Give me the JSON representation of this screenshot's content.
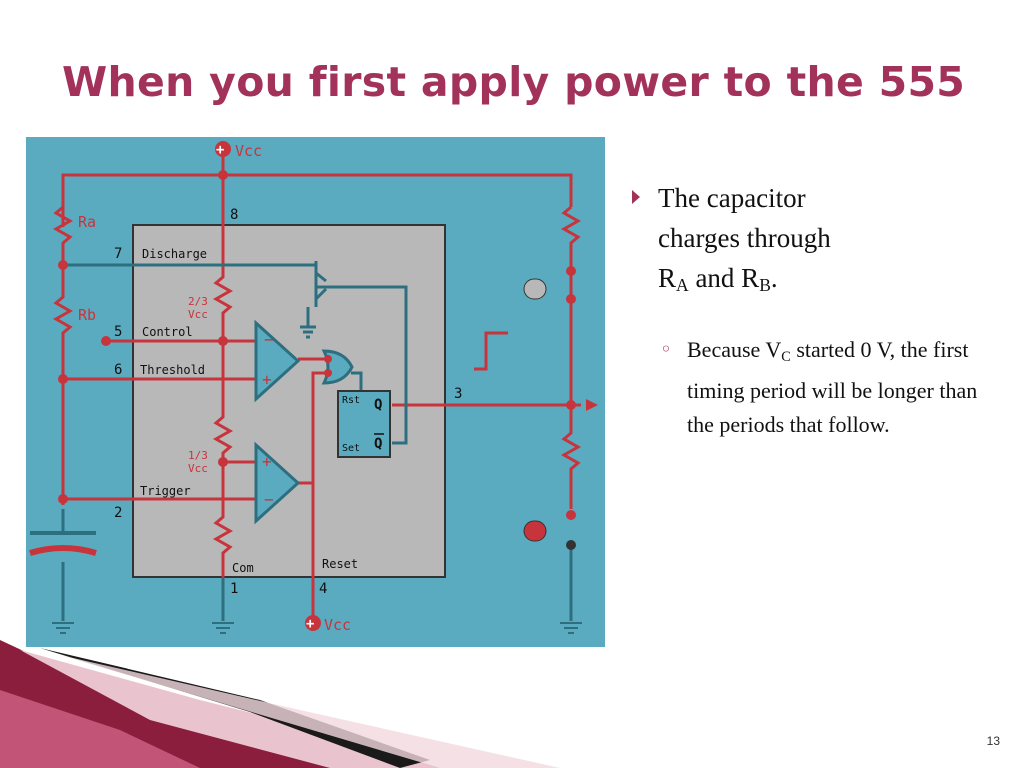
{
  "slide": {
    "title": "When you first apply power to the 555",
    "page_number": "13"
  },
  "bullets": {
    "main_line1": "The capacitor",
    "main_line2": "charges through",
    "main_r1": "R",
    "main_r1_sub": "A",
    "main_and": " and R",
    "main_r2_sub": "B",
    "main_end": ".",
    "sub_prefix": "Because V",
    "sub_vc_sub": "C",
    "sub_rest": " started 0 V, the first timing period will be longer than the periods that follow."
  },
  "diagram": {
    "vcc_top": "Vcc",
    "vcc_bottom": "Vcc",
    "ra": "Ra",
    "rb": "Rb",
    "pin8": "8",
    "pin7": "7",
    "pin5": "5",
    "pin6": "6",
    "pin2": "2",
    "pin1": "1",
    "pin4": "4",
    "pin3": "3",
    "discharge": "Discharge",
    "control": "Control",
    "threshold": "Threshold",
    "trigger": "Trigger",
    "com": "Com",
    "reset": "Reset",
    "two_thirds_a": "2/3",
    "two_thirds_b": "Vcc",
    "one_third_a": "1/3",
    "one_third_b": "Vcc",
    "rst": "Rst",
    "set": "Set",
    "q": "Q",
    "qbar": "Q"
  },
  "colors": {
    "title": "#a3325a",
    "diagram_bg": "#5aabc0",
    "chip": "#b8b8b8",
    "wire_red": "#c8343c",
    "wire_teal": "#2d6f7f"
  }
}
